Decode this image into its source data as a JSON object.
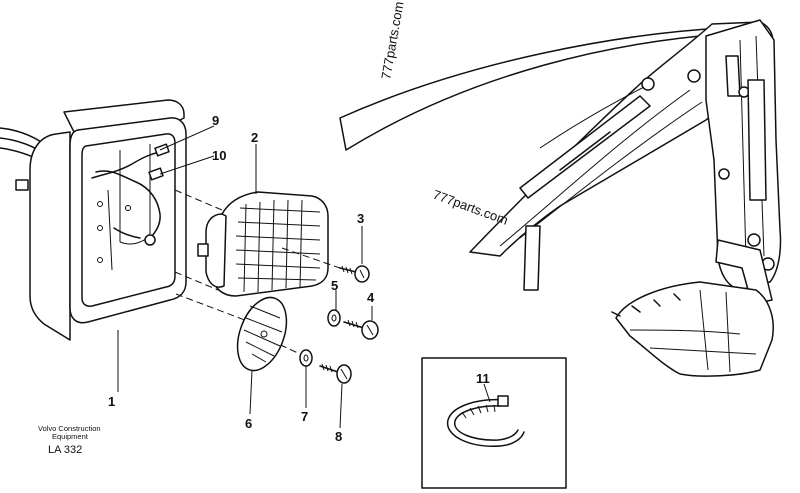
{
  "callouts": {
    "c1": "1",
    "c2": "2",
    "c3": "3",
    "c4": "4",
    "c5": "5",
    "c6": "6",
    "c7": "7",
    "c8": "8",
    "c9": "9",
    "c10": "10",
    "c11": "11"
  },
  "watermarks": {
    "wm1": "777parts.com",
    "wm2": "777parts.com"
  },
  "footer": {
    "brand_line1": "Volvo Construction",
    "brand_line2": "Equipment",
    "code": "LA 332"
  }
}
